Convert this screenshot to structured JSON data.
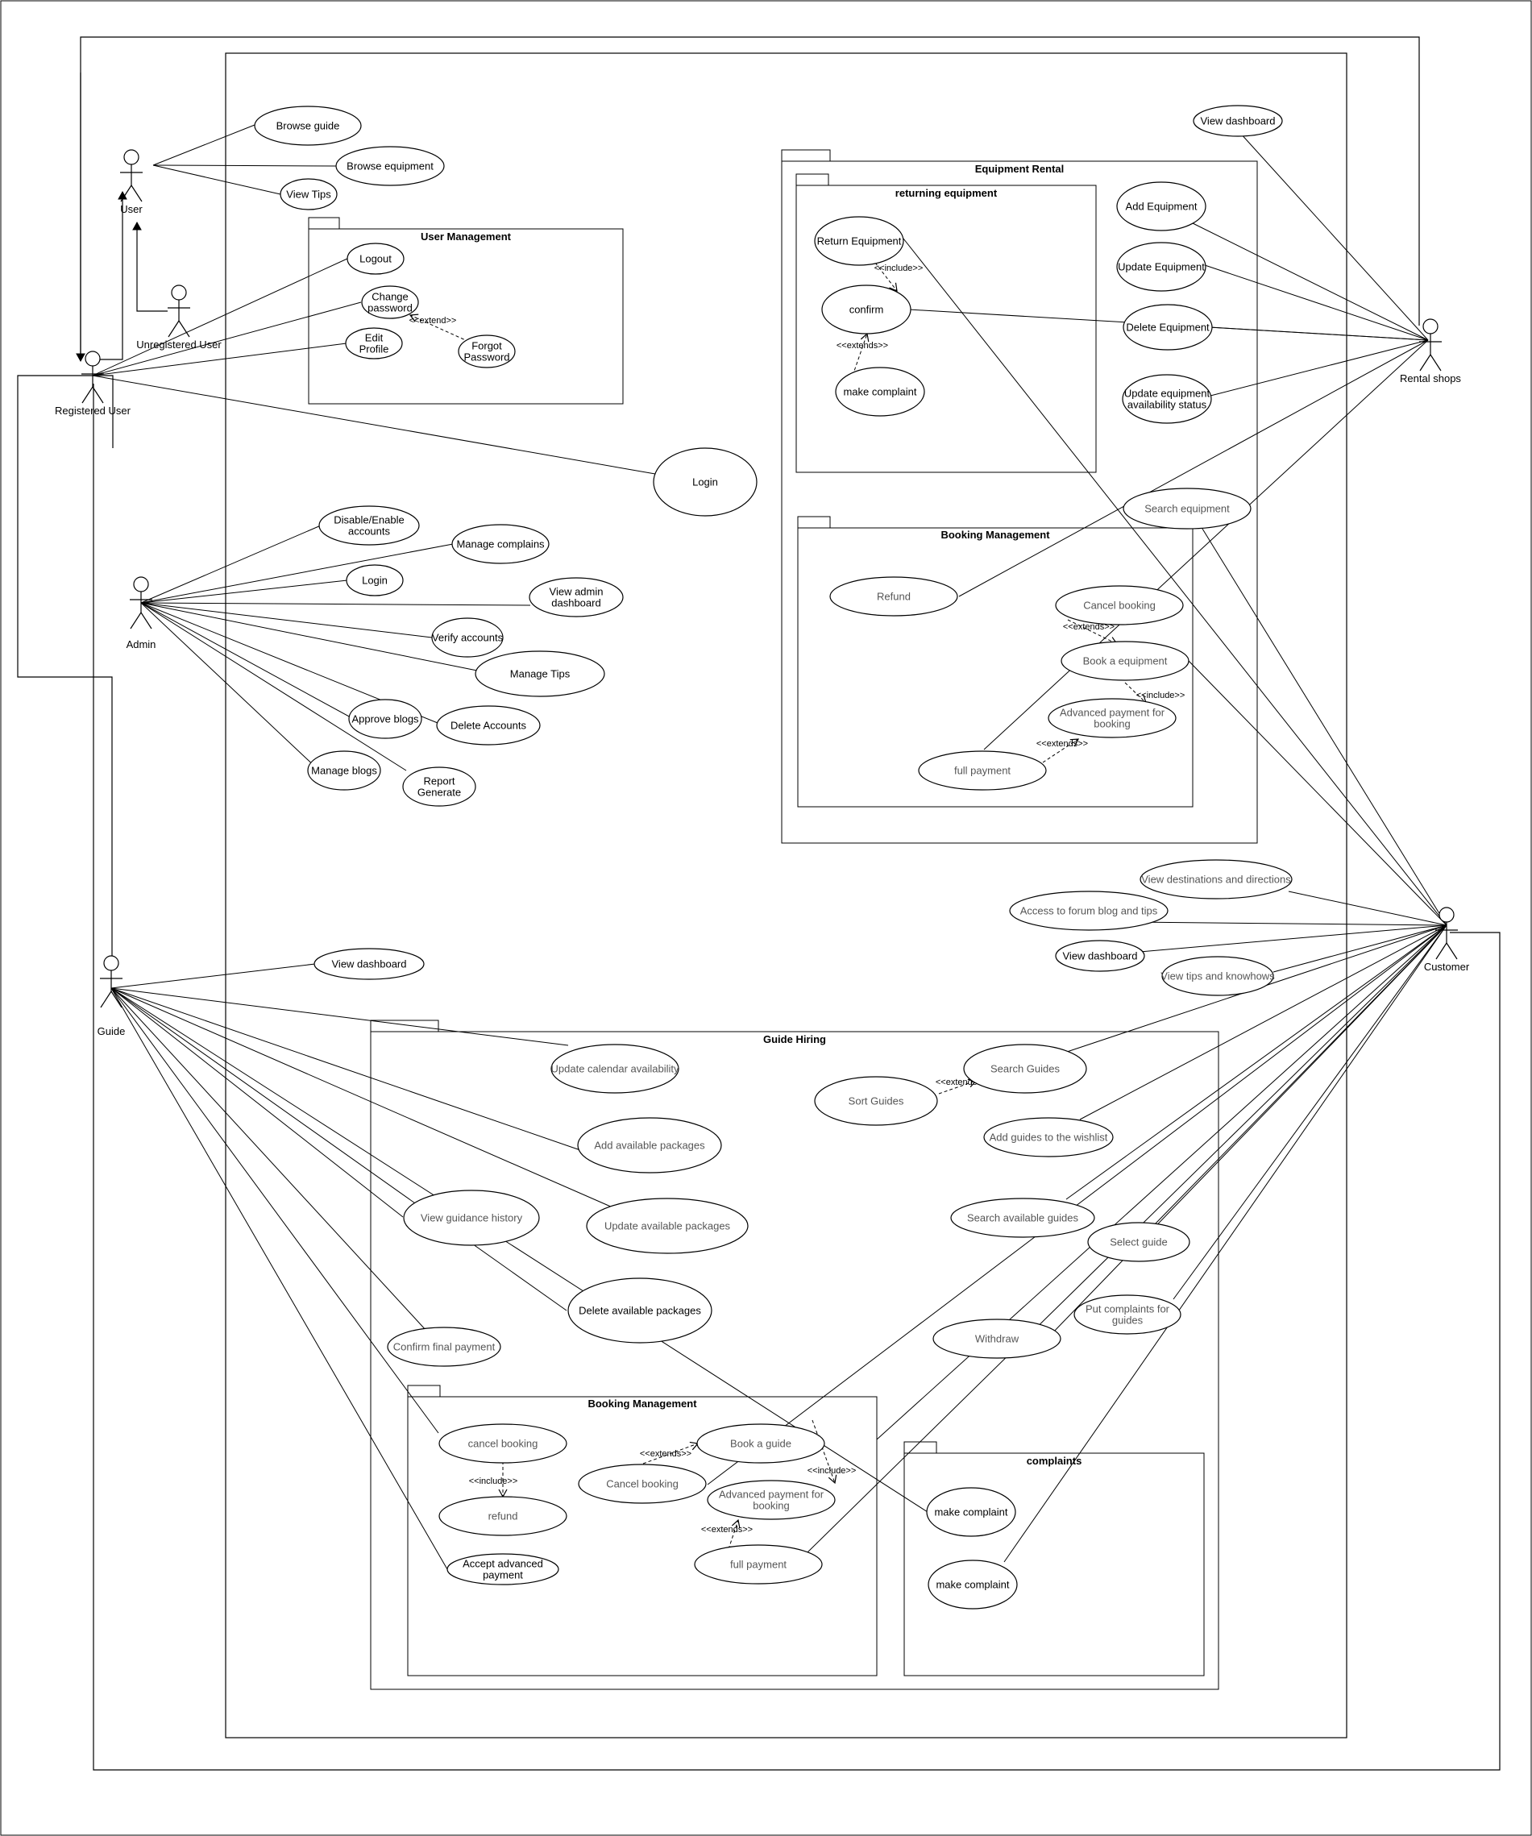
{
  "actors": {
    "user": "User",
    "unregistered": "Unregistered User",
    "registered": "Registered User",
    "admin": "Admin",
    "guide": "Guide",
    "rental": "Rental shops",
    "customer": "Customer"
  },
  "packages": {
    "user_management": "User Management",
    "equipment_rental": "Equipment Rental",
    "returning_equipment": "returning equipment",
    "booking_management_rental": "Booking Management",
    "guide_hiring": "Guide Hiring",
    "booking_management_guide": "Booking Management",
    "complaints": "complaints"
  },
  "use_cases": {
    "browse_guide": "Browse guide",
    "browse_equipment": "Browse equipment",
    "view_tips": "View Tips",
    "logout": "Logout",
    "change_password": [
      "Change",
      "password"
    ],
    "edit_profile": [
      "Edit",
      "Profile"
    ],
    "forgot_password": [
      "Forgot",
      "Password"
    ],
    "login_main": "Login",
    "disable_enable_accounts": [
      "Disable/Enable",
      "accounts"
    ],
    "manage_complains": "Manage complains",
    "login_admin": "Login",
    "view_admin_dashboard": [
      "View admin",
      "dashboard"
    ],
    "verify_accounts": "Verify accounts",
    "manage_tips": "Manage Tips",
    "approve_blogs": "Approve blogs",
    "delete_accounts": "Delete Accounts",
    "manage_blogs": "Manage blogs",
    "report_generate": [
      "Report",
      "Generate"
    ],
    "view_dashboard_rental": "View dashboard",
    "add_equipment": "Add Equipment",
    "update_equipment": "Update Equipment",
    "delete_equipment": "Delete Equipment",
    "update_availability": [
      "Update equipment",
      "availability status"
    ],
    "return_equipment": "Return Equipment",
    "confirm": "confirm",
    "make_complaint_rental": "make complaint",
    "search_equipment": "Search equipment",
    "refund_rental": "Refund",
    "cancel_booking_rental": "Cancel booking",
    "book_equipment": "Book a equipment",
    "advanced_payment_rental": [
      "Advanced payment for",
      "booking"
    ],
    "full_payment_rental": "full payment",
    "view_destinations": "View destinations and directions",
    "access_forum": "Access to forum blog and tips",
    "view_dashboard_customer": "View dashboard",
    "view_tips_knowhows": "View tips and knowhows",
    "view_dashboard_guide": "View dashboard",
    "update_calendar": "Update calendar  availability",
    "add_packages": "Add available packages",
    "update_packages": "Update available packages",
    "view_guidance_history": "View guidance history",
    "delete_packages": "Delete available packages",
    "confirm_final_payment": "Confirm final payment",
    "sort_guides": "Sort Guides",
    "search_guides": "Search Guides",
    "add_wishlist": "Add guides to the wishlist",
    "search_available_guides": "Search available guides",
    "select_guide": "Select guide",
    "put_complaints": [
      "Put complaints for",
      "guides"
    ],
    "withdraw": "Withdraw",
    "cancel_booking_guide_pkg": "cancel booking",
    "refund_guide": "refund",
    "accept_advanced_payment": [
      "Accept advanced",
      "payment"
    ],
    "book_guide": "Book a guide",
    "cancel_booking_customer": "Cancel booking",
    "advanced_payment_guide": [
      "Advanced payment for",
      "booking"
    ],
    "full_payment_guide": "full payment",
    "make_complaint_1": "make complaint",
    "make_complaint_2": "make complaint"
  },
  "relationships": {
    "extend_forgot": "<<extend>>",
    "include_return": "<<include>>",
    "extends_confirm": "<<extends>>",
    "extends_cancel_rental": "<<extends>>",
    "include_book_equipment": "<<include>>",
    "extends_full_rental": "<<extends>>",
    "extends_sort": "<<extends>>",
    "include_cancel_guide": "<<include>>",
    "extends_cancel_customer": "<<extends>>",
    "include_book_guide": "<<include>>",
    "extends_full_guide": "<<extends>>"
  },
  "colors": {
    "line": "#000000",
    "grey_text": "#555555",
    "background": "#ffffff"
  }
}
